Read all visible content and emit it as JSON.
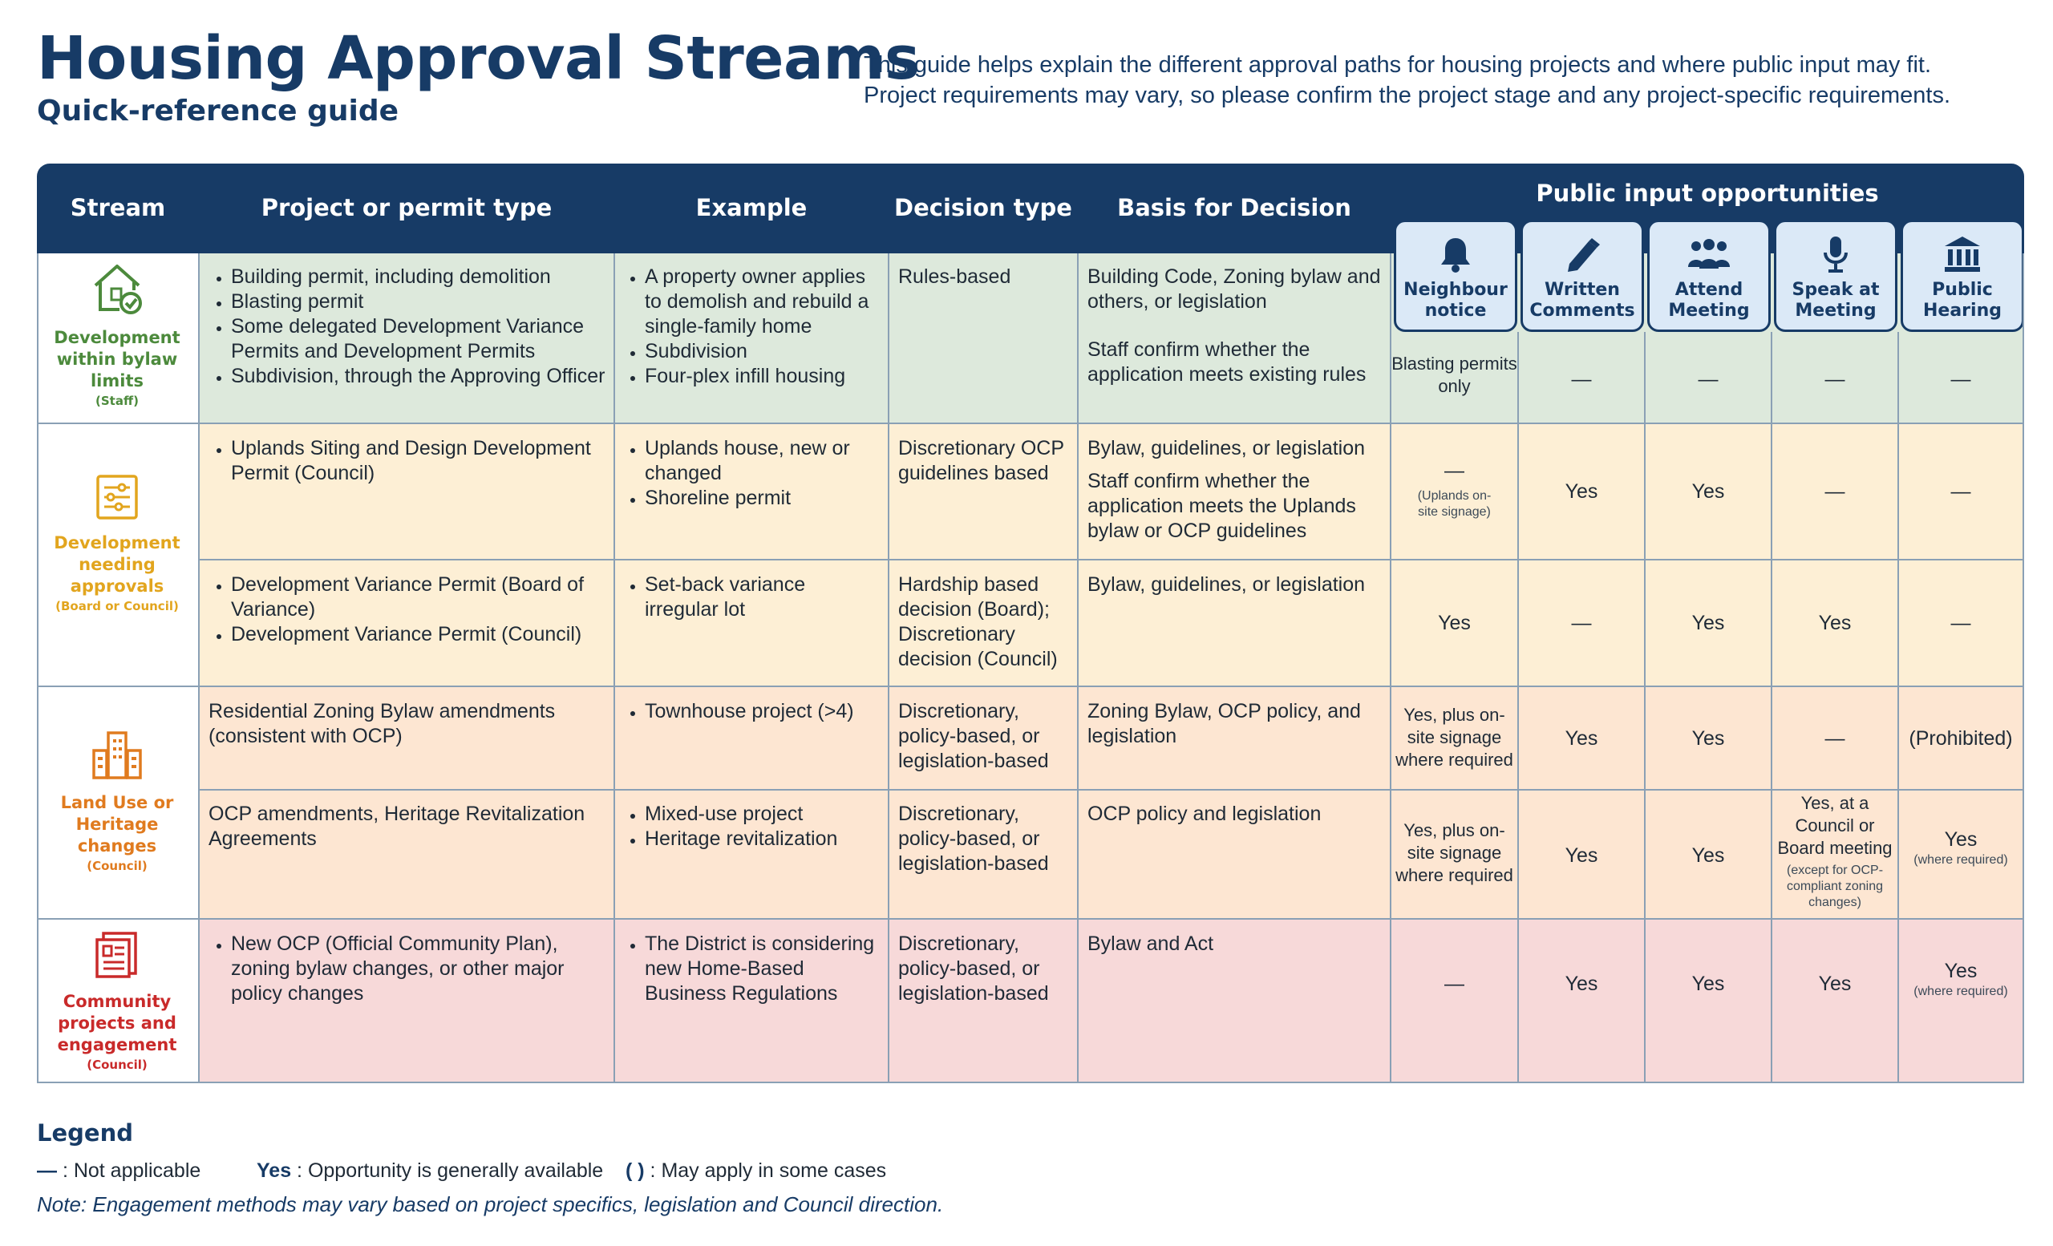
{
  "title": "Housing Approval Streams",
  "subtitle": "Quick-reference guide",
  "intro": [
    "This guide helps explain the different approval paths for housing projects and where public input may fit.",
    "Project requirements may vary, so please confirm the project stage and any project-specific requirements."
  ],
  "headers": {
    "stream": "Stream",
    "project": "Project or permit type",
    "example": "Example",
    "decision": "Decision type",
    "basis": "Basis for Decision",
    "public": "Public input opportunities"
  },
  "public_cols": [
    {
      "line1": "Neighbour",
      "line2": "notice",
      "icon": "bell-icon"
    },
    {
      "line1": "Written",
      "line2": "Comments",
      "icon": "pencil-icon"
    },
    {
      "line1": "Attend",
      "line2": "Meeting",
      "icon": "people-icon"
    },
    {
      "line1": "Speak at",
      "line2": "Meeting",
      "icon": "microphone-icon"
    },
    {
      "line1": "Public",
      "line2": "Hearing",
      "icon": "building-icon"
    }
  ],
  "streams": [
    {
      "l1": "Development",
      "l2": "within bylaw",
      "l3": "limits",
      "sub": "(Staff)",
      "color": "#4c8a3c",
      "icon": "house-check-icon"
    },
    {
      "l1": "Development",
      "l2": "needing",
      "l3": "approvals",
      "sub": "(Board or Council)",
      "color": "#e2a51e",
      "icon": "checklist-icon"
    },
    {
      "l1": "Land Use or",
      "l2": "Heritage changes",
      "l3": "",
      "sub": "(Council)",
      "color": "#e07b1f",
      "icon": "buildings-icon"
    },
    {
      "l1": "Community",
      "l2": "projects and",
      "l3": "engagement",
      "sub": "(Council)",
      "color": "#c92a2a",
      "icon": "clipboard-icon"
    }
  ],
  "rows": [
    {
      "project": [
        "Building permit, including demolition",
        "Blasting permit",
        "Some delegated Development Variance Permits and Development Permits",
        "Subdivision, through the Approving Officer"
      ],
      "example": [
        "A property owner applies to demolish and rebuild a single-family home",
        "Subdivision",
        "Four-plex infill housing"
      ],
      "decision": "Rules-based",
      "basis1": "Building Code, Zoning bylaw and others, or legislation",
      "basis2": "Staff confirm whether the application meets existing rules",
      "p1": "Blasting permits only",
      "p1note": "",
      "p2": "—",
      "p3": "—",
      "p4": "—",
      "p4note": "",
      "p5": "—",
      "p5note": ""
    },
    {
      "project": [
        "Uplands Siting and Design Development Permit (Council)"
      ],
      "example": [
        "Uplands house, new or changed",
        "Shoreline permit"
      ],
      "decision": "Discretionary OCP guidelines based",
      "basis1": "Bylaw, guidelines, or legislation",
      "basis2": "Staff confirm whether the application meets the Uplands bylaw or OCP guidelines",
      "p1": "—",
      "p1note": "(Uplands on-site signage)",
      "p2": "Yes",
      "p3": "Yes",
      "p4": "—",
      "p4note": "",
      "p5": "—",
      "p5note": ""
    },
    {
      "project": [
        "Development Variance Permit (Board of Variance)",
        "Development Variance Permit (Council)"
      ],
      "example": [
        "Set-back variance irregular lot"
      ],
      "decision": "Hardship based decision (Board); Discretionary decision (Council)",
      "basis1": "Bylaw, guidelines, or legislation",
      "basis2": "",
      "p1": "Yes",
      "p1note": "",
      "p2": "—",
      "p3": "Yes",
      "p4": "Yes",
      "p4note": "",
      "p5": "—",
      "p5note": ""
    },
    {
      "project_text": "Residential Zoning Bylaw amendments (consistent with OCP)",
      "example": [
        "Townhouse project (>4)"
      ],
      "decision": "Discretionary, policy-based, or legislation-based",
      "basis1": "Zoning Bylaw, OCP policy, and legislation",
      "basis2": "",
      "p1": "Yes, plus on-site signage where required",
      "p1note": "",
      "p2": "Yes",
      "p3": "Yes",
      "p4": "—",
      "p4note": "",
      "p5": "(Prohibited)",
      "p5note": ""
    },
    {
      "project_text": "OCP amendments, Heritage Revitalization Agreements",
      "example": [
        "Mixed-use project",
        "Heritage revitalization"
      ],
      "decision": "Discretionary, policy-based, or legislation-based",
      "basis1": "OCP policy and legislation",
      "basis2": "",
      "p1": "Yes, plus on-site signage where required",
      "p1note": "",
      "p2": "Yes",
      "p3": "Yes",
      "p4": "Yes, at a Council or Board meeting",
      "p4note": "(except for OCP-compliant zoning changes)",
      "p5": "Yes",
      "p5note": "(where required)"
    },
    {
      "project": [
        "New OCP (Official Community Plan), zoning bylaw changes, or other major policy changes"
      ],
      "example": [
        "The District is considering new Home-Based Business Regulations"
      ],
      "decision": "Discretionary, policy-based, or legislation-based",
      "basis1": "Bylaw and Act",
      "basis2": "",
      "p1": "—",
      "p1note": "",
      "p2": "Yes",
      "p3": "Yes",
      "p4": "Yes",
      "p4note": "",
      "p5": "Yes",
      "p5note": "(where required)"
    }
  ],
  "legend": {
    "title": "Legend",
    "na_symbol": "—",
    "na_text": " : Not applicable",
    "yes_symbol": "Yes",
    "yes_text": " : Opportunity is generally available",
    "paren_symbol": "( )",
    "paren_text": " : May apply in some cases",
    "note": "Note: Engagement methods may vary based on project specifics, legislation and Council direction."
  },
  "colors": {
    "navy": "#173b66",
    "green_row": "#dde9dc",
    "yellow_row": "#fdefd5",
    "orange_row": "#fde6d2",
    "pink_row": "#f7d9d9",
    "tile_bg": "#dbe9f7"
  }
}
